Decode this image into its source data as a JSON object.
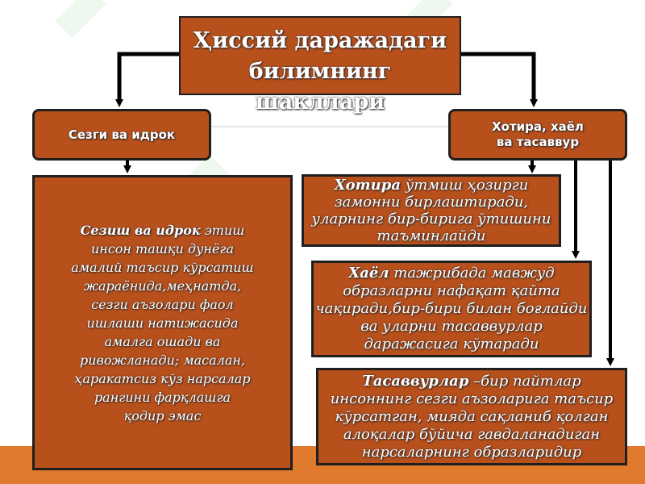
{
  "title": "Ҳиссий даражадаги\nбилимнинг шакллари",
  "nodes": {
    "left": "Сезги ва идрок",
    "right": "Хотира, хаёл\nва тасаввур"
  },
  "descriptions": {
    "perception": {
      "term": "Сезиш ва идрок",
      "text": " этиш\nинсон ташқи дунёга\nамалий таъсир кўрсатиш\nжараёнида,меҳнатда,\nсезги аъзолари фаол\nишлаши натижасида\nамалга ошади ва\nривожланади; масалан,\nҳаракатсиз кўз нарсалар\nрангини фарқлашга\nқодир эмас"
    },
    "memory": {
      "term": "Хотира",
      "text": " ўтмиш ҳозирги\nзамонни бирлаштиради,\nуларнинг бир-бирига ўтишини\nтаъминлайди"
    },
    "imagination": {
      "term": "Хаёл",
      "text": " тажрибада мавжуд\nобразларни нафақат қайта\nчақиради,бир-бири билан боғлайди\nва уларни тасаввурлар\nдаражасига кўтаради"
    },
    "representation": {
      "term": "Тасаввурлар",
      "text": " –бир пайтлар\nинсоннинг сезги аъзоларига таъсир\nкўрсатган, мияда сақланиб қолган\nалоқалар бўйича гавдаланадиган\nнарсаларнинг образларидир"
    }
  },
  "colors": {
    "box_fill": "#b8501c",
    "border": "#1f1f1f",
    "text": "#ffffff",
    "bottom_bar": "#e07a2c"
  }
}
